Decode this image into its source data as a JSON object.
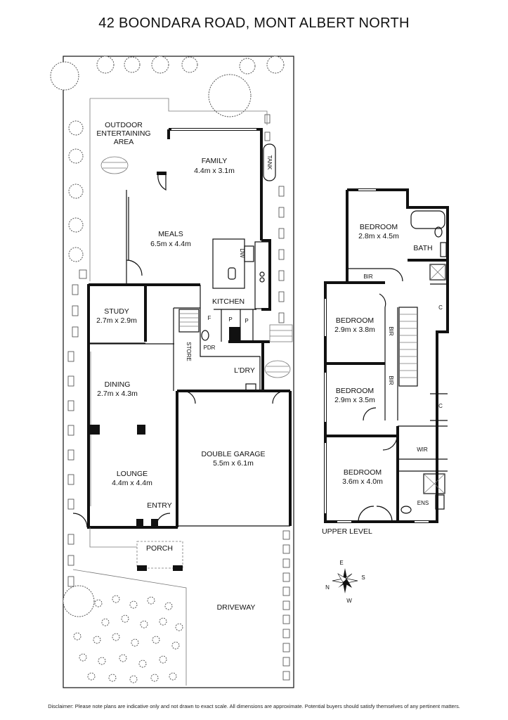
{
  "title": "42 BOONDARA ROAD, MONT ALBERT NORTH",
  "disclaimer": "Disclaimer: Please note plans are indicative only and not drawn to exact scale. All dimensions are approximate. Potential buyers should satisfy themselves of any pertinent matters.",
  "ground": {
    "outdoor": [
      "OUTDOOR",
      "ENTERTAINING",
      "AREA"
    ],
    "family": {
      "name": "FAMILY",
      "size": "4.4m x 3.1m"
    },
    "tank": "TANK",
    "meals": {
      "name": "MEALS",
      "size": "6.5m x 4.4m"
    },
    "dw": "DW",
    "kitchen": "KITCHEN",
    "study": {
      "name": "STUDY",
      "size": "2.7m x 2.9m"
    },
    "f": "F",
    "p1": "P",
    "p2": "P",
    "pdr": "PDR",
    "store": "STORE",
    "ldry": "L'DRY",
    "dining": {
      "name": "DINING",
      "size": "2.7m x 4.3m"
    },
    "garage": {
      "name": "DOUBLE GARAGE",
      "size": "5.5m x 6.1m"
    },
    "lounge": {
      "name": "LOUNGE",
      "size": "4.4m x 4.4m"
    },
    "entry": "ENTRY",
    "porch": "PORCH",
    "driveway": "DRIVEWAY"
  },
  "upper": {
    "bed1": {
      "name": "BEDROOM",
      "size": "2.8m x 4.5m"
    },
    "bath": "BATH",
    "bir1": "BIR",
    "bed2": {
      "name": "BEDROOM",
      "size": "2.9m x 3.8m"
    },
    "bir2": "BIR",
    "c1": "C",
    "bed3": {
      "name": "BEDROOM",
      "size": "2.9m x 3.5m"
    },
    "bir3": "BIR",
    "c2": "C",
    "wir": "WIR",
    "bed4": {
      "name": "BEDROOM",
      "size": "3.6m x 4.0m"
    },
    "ens": "ENS",
    "level": "UPPER LEVEL"
  },
  "compass": {
    "n": "N",
    "e": "E",
    "s": "S",
    "w": "W"
  }
}
